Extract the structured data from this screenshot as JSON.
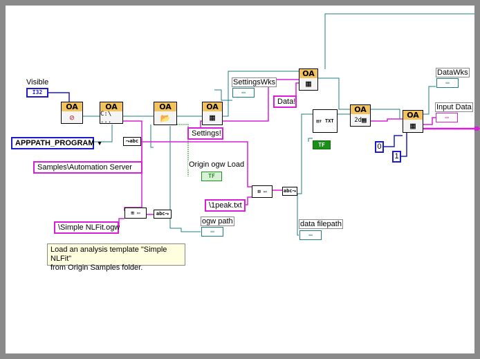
{
  "labels": {
    "visible": "Visible",
    "settings_wks": "SettingsWks",
    "data_wks": "DataWks",
    "input_data": "Input Data",
    "origin_ogw_load": "Origin ogw Load",
    "ogw_path": "ogw path",
    "data_filepath": "data filepath"
  },
  "constants": {
    "apppath": "APPPATH_PROGRAM",
    "samples_path": "Samples\\Automation Server",
    "simple_nlfit": "\\Simple NLFit.ogw",
    "settings": "Settings!",
    "data": "Data!",
    "peak_file": "\\1peak.txt",
    "zero": "0",
    "one": "1"
  },
  "terminals": {
    "i32": "I32",
    "tf": "TF",
    "tf2": "TF"
  },
  "nodes": {
    "oa1": "OA",
    "oa2": "OA",
    "oa3": "OA",
    "oa4": "OA",
    "oa5": "OA",
    "oa6": "OA",
    "oa7": "OA",
    "oa2_sub": "C:\\ ...",
    "oa6_sub": "2d"
  },
  "comment": {
    "line1": "Load an analysis template \"Simple NLFit\"",
    "line2": " from Origin Samples folder."
  },
  "colors": {
    "string_wire": "#d81ed8",
    "refnum_wire": "#1c7c7c",
    "bool_wire": "#1a8f1a",
    "int_wire": "#1a1acc",
    "oa_header": "#f3c25a"
  }
}
